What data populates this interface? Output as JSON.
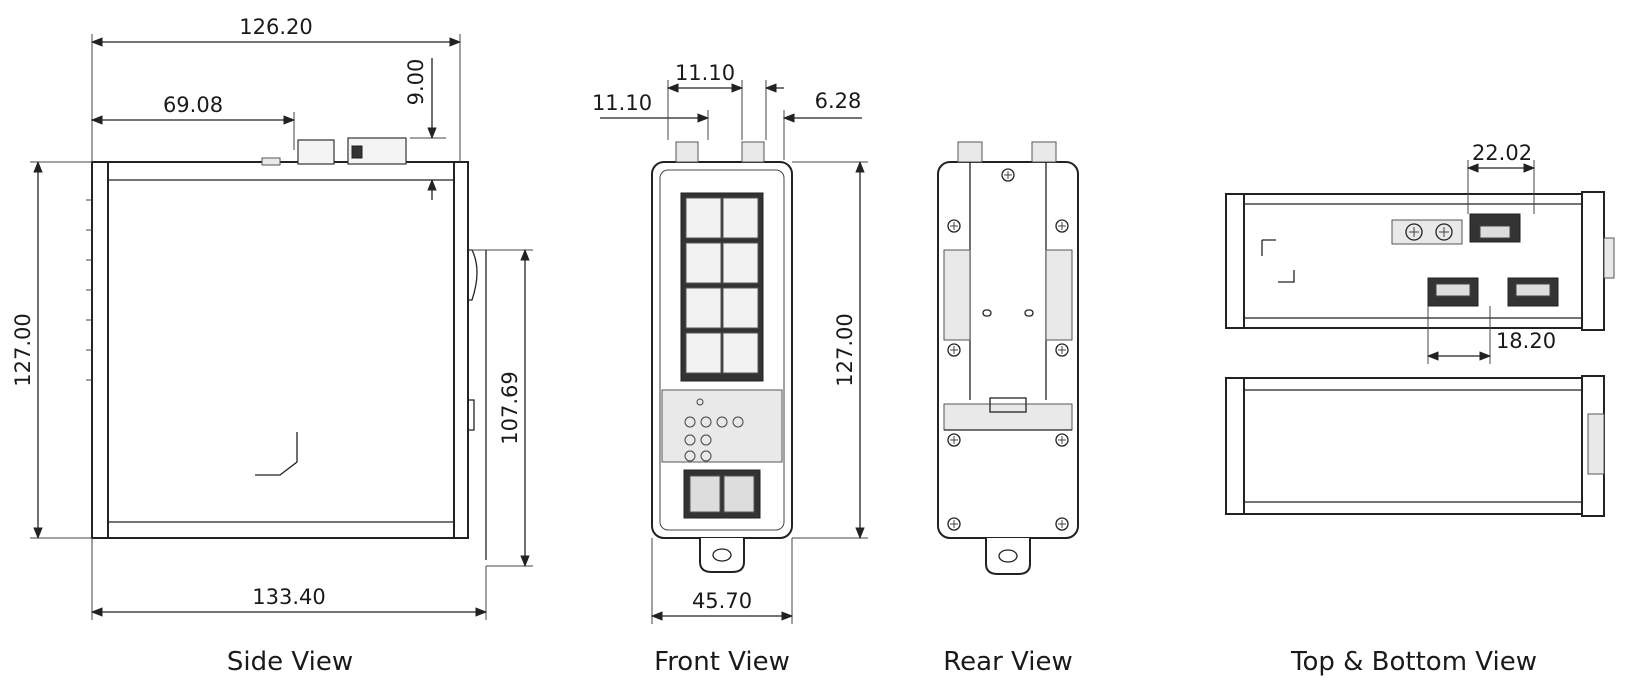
{
  "views": {
    "side": {
      "caption": "Side View",
      "dims": {
        "overall_width": "126.20",
        "partial_width": "69.08",
        "top_offset": "9.00",
        "height": "127.00",
        "rail_height": "107.69",
        "depth": "133.40"
      }
    },
    "front": {
      "caption": "Front View",
      "dims": {
        "top_a": "11.10",
        "top_b": "11.10",
        "top_c": "6.28",
        "height": "127.00",
        "width": "45.70"
      }
    },
    "rear": {
      "caption": "Rear View"
    },
    "top_bottom": {
      "caption": "Top & Bottom View",
      "dims": {
        "connector_spacing_top": "22.02",
        "connector_spacing_bottom": "18.20"
      }
    }
  },
  "colors": {
    "line": "#222222",
    "background": "#ffffff"
  }
}
